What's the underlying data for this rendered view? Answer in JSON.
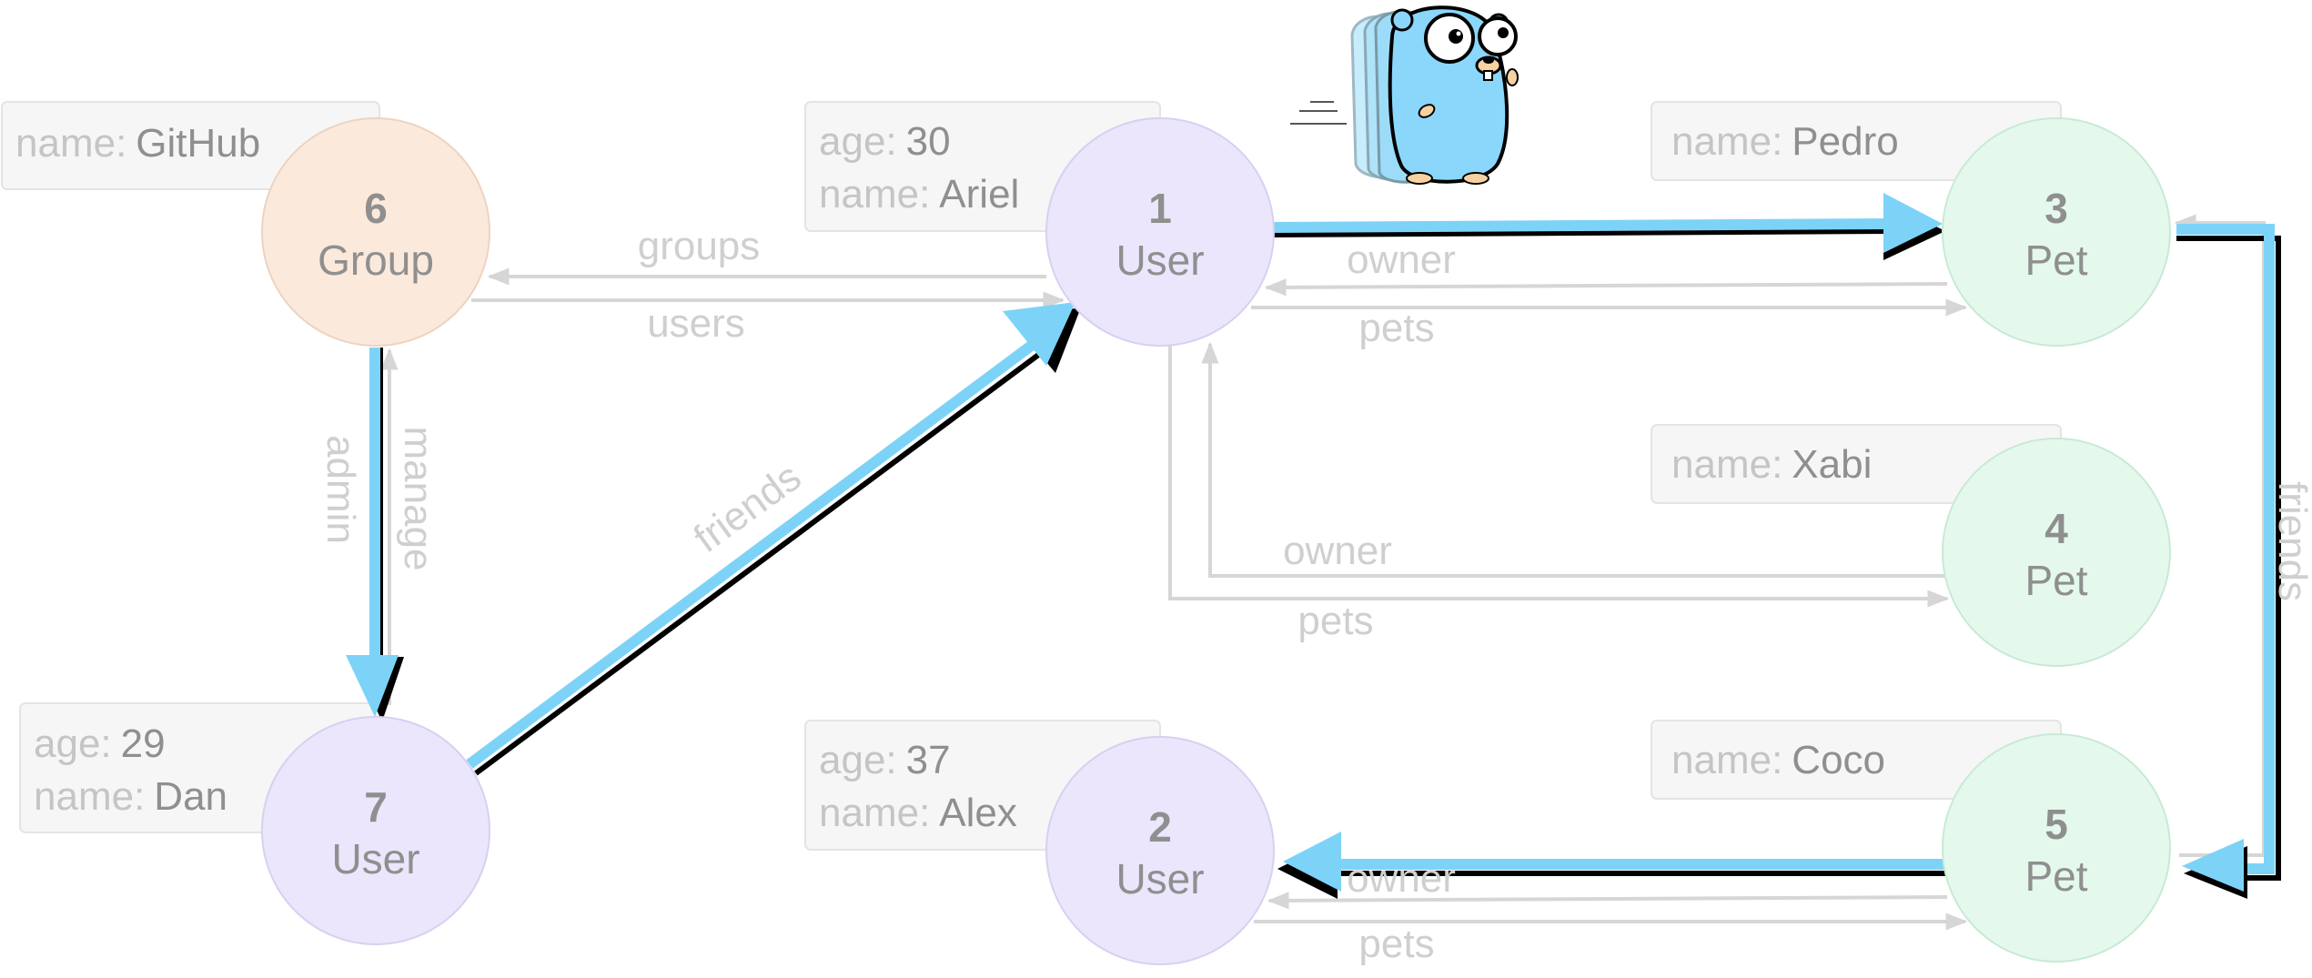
{
  "nodes": {
    "n1": {
      "id": "1",
      "type": "User"
    },
    "n2": {
      "id": "2",
      "type": "User"
    },
    "n3": {
      "id": "3",
      "type": "Pet"
    },
    "n4": {
      "id": "4",
      "type": "Pet"
    },
    "n5": {
      "id": "5",
      "type": "Pet"
    },
    "n6": {
      "id": "6",
      "type": "Group"
    },
    "n7": {
      "id": "7",
      "type": "User"
    }
  },
  "properties": {
    "p6": [
      {
        "key": "name:",
        "value": "GitHub"
      }
    ],
    "p1": [
      {
        "key": "age:",
        "value": "30"
      },
      {
        "key": "name:",
        "value": "Ariel"
      }
    ],
    "p3": [
      {
        "key": "name:",
        "value": "Pedro"
      }
    ],
    "p4": [
      {
        "key": "name:",
        "value": "Xabi"
      }
    ],
    "p5": [
      {
        "key": "name:",
        "value": "Coco"
      }
    ],
    "p2": [
      {
        "key": "age:",
        "value": "37"
      },
      {
        "key": "name:",
        "value": "Alex"
      }
    ],
    "p7": [
      {
        "key": "age:",
        "value": "29"
      },
      {
        "key": "name:",
        "value": "Dan"
      }
    ]
  },
  "edge_labels": {
    "groups": "groups",
    "users": "users",
    "admin": "admin",
    "manage": "manage",
    "friends_7_1": "friends",
    "owner_3_1": "owner",
    "pets_1_3": "pets",
    "owner_4_1": "owner",
    "pets_1_4": "pets",
    "friends_3_5": "friends",
    "owner_5_2": "owner",
    "pets_2_5": "pets"
  },
  "colors": {
    "user_node": "#ebe6fc",
    "group_node": "#fbe9dc",
    "pet_node": "#e4f9ec",
    "highlight_path": "#7dd3f7",
    "edge_gray": "#d6d6d6",
    "gopher_body": "#8ad7fb"
  },
  "mascot": "go-gopher-running"
}
